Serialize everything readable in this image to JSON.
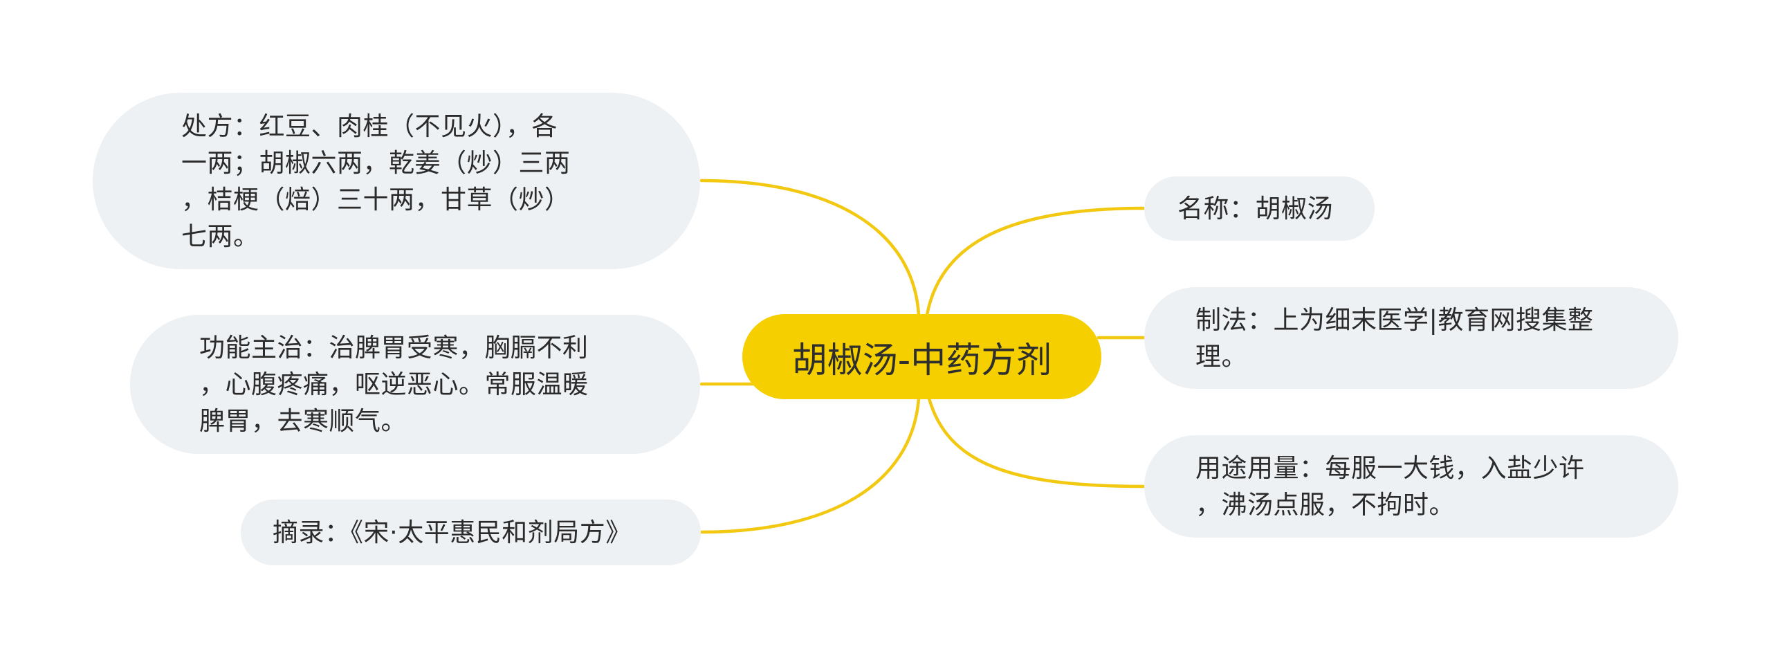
{
  "mindmap": {
    "root": {
      "label": "胡椒汤-中药方剂",
      "color": "#f5cf00"
    },
    "link_color": "#f2c811",
    "node_color": "#eef1f4",
    "left_branches": [
      {
        "id": "prescription",
        "label": "处方：红豆、肉桂（不见火），各\n一两；胡椒六两，乾姜（炒）三两\n，桔梗（焙）三十两，甘草（炒）\n七两。"
      },
      {
        "id": "indications",
        "label": "功能主治：治脾胃受寒，胸膈不利\n，心腹疼痛，呕逆恶心。常服温暖\n脾胃，去寒顺气。"
      },
      {
        "id": "excerpt",
        "label": "摘录：《宋·太平惠民和剂局方》"
      }
    ],
    "right_branches": [
      {
        "id": "name",
        "label": "名称：胡椒汤"
      },
      {
        "id": "preparation",
        "label": "制法：上为细末医学|教育网搜集整\n理。"
      },
      {
        "id": "usage",
        "label": "用途用量：每服一大钱，入盐少许\n，沸汤点服，不拘时。"
      }
    ]
  }
}
